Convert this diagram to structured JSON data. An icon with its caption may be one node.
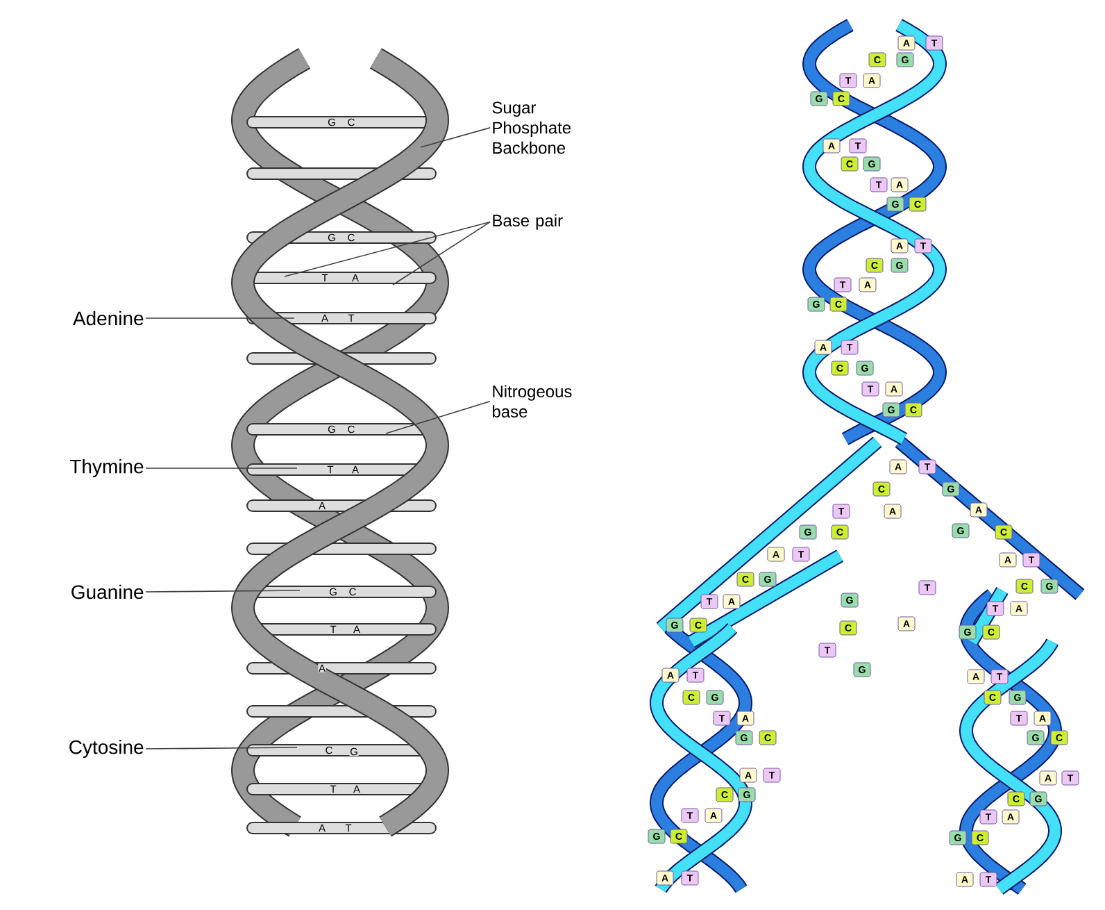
{
  "diagram": {
    "nodes": [
      {
        "text": [
          "Sugar Phosphate Backbone"
        ]
      },
      {
        "text": [
          "Base pair"
        ]
      },
      {
        "text": [
          "Adenine"
        ]
      },
      {
        "text": [
          "Nitrogeous base"
        ]
      },
      {
        "text": [
          "Thymine"
        ]
      },
      {
        "text": [
          "Guanine"
        ]
      },
      {
        "text": [
          "Cytosine"
        ]
      }
    ],
    "edges": [
      {
        "from": 0,
        "to": null,
        "arrow": "none"
      },
      {
        "from": 1,
        "to": null,
        "arrow": "none"
      },
      {
        "from": 1,
        "to": null,
        "arrow": "none"
      },
      {
        "from": 2,
        "to": null,
        "arrow": "none"
      },
      {
        "from": 3,
        "to": null,
        "arrow": "none"
      },
      {
        "from": 4,
        "to": null,
        "arrow": "none"
      },
      {
        "from": 5,
        "to": null,
        "arrow": "none"
      },
      {
        "from": 6,
        "to": null,
        "arrow": "none"
      }
    ],
    "labels": [
      "G",
      "C",
      "G",
      "C",
      "T",
      "A",
      "A",
      "T",
      "G",
      "C",
      "T",
      "A",
      "A",
      "G",
      "C",
      "T",
      "A",
      "A",
      "C",
      "G",
      "T",
      "A",
      "A",
      "T",
      "A",
      "T",
      "C",
      "G",
      "T",
      "A",
      "G",
      "C",
      "A",
      "T",
      "C",
      "G",
      "T",
      "A",
      "G",
      "C",
      "A",
      "T",
      "C",
      "G",
      "T",
      "A",
      "G",
      "C",
      "A",
      "T",
      "C",
      "G",
      "T",
      "A",
      "G",
      "C",
      "A",
      "T",
      "C",
      "G",
      "T",
      "A",
      "A",
      "G",
      "C",
      "G",
      "C",
      "A",
      "T",
      "A",
      "T",
      "C",
      "G",
      "T",
      "C",
      "G",
      "T",
      "A",
      "G",
      "T",
      "A",
      "G",
      "C",
      "C",
      "A",
      "G",
      "C",
      "T",
      "G",
      "A",
      "T",
      "A",
      "T",
      "C",
      "G",
      "C",
      "G",
      "T",
      "A",
      "T",
      "A",
      "G",
      "C",
      "G",
      "C",
      "A",
      "T",
      "A",
      "T",
      "C",
      "G",
      "C",
      "G",
      "T",
      "A",
      "T",
      "A",
      "G",
      "C",
      "G",
      "C",
      "A",
      "T",
      "A",
      "T"
    ]
  }
}
